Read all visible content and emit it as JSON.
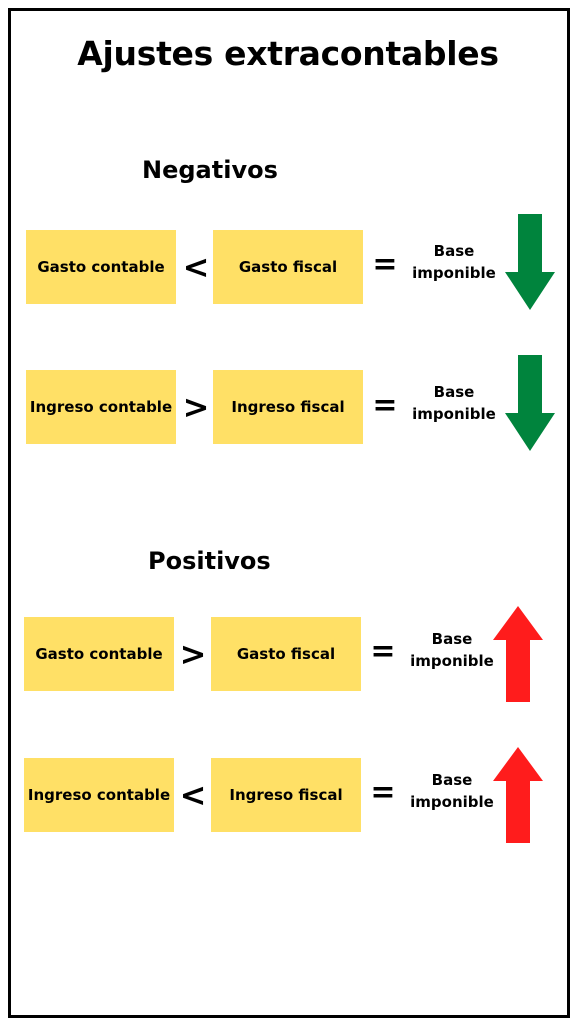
{
  "title": "Ajustes extracontables",
  "colors": {
    "box": "#ffe066",
    "down_arrow": "#00843d",
    "up_arrow": "#ff1c1c"
  },
  "sections": {
    "negative": {
      "label": "Negativos",
      "rows": [
        {
          "left": "Gasto contable",
          "operator": "<",
          "right": "Gasto fiscal",
          "equals": "=",
          "result_line1": "Base",
          "result_line2": "imponible",
          "arrow": "arrow-down"
        },
        {
          "left": "Ingreso contable",
          "operator": ">",
          "right": "Ingreso fiscal",
          "equals": "=",
          "result_line1": "Base",
          "result_line2": "imponible",
          "arrow": "arrow-down"
        }
      ]
    },
    "positive": {
      "label": "Positivos",
      "rows": [
        {
          "left": "Gasto contable",
          "operator": ">",
          "right": "Gasto fiscal",
          "equals": "=",
          "result_line1": "Base",
          "result_line2": "imponible",
          "arrow": "arrow-up"
        },
        {
          "left": "Ingreso contable",
          "operator": "<",
          "right": "Ingreso fiscal",
          "equals": "=",
          "result_line1": "Base",
          "result_line2": "imponible",
          "arrow": "arrow-up"
        }
      ]
    }
  }
}
